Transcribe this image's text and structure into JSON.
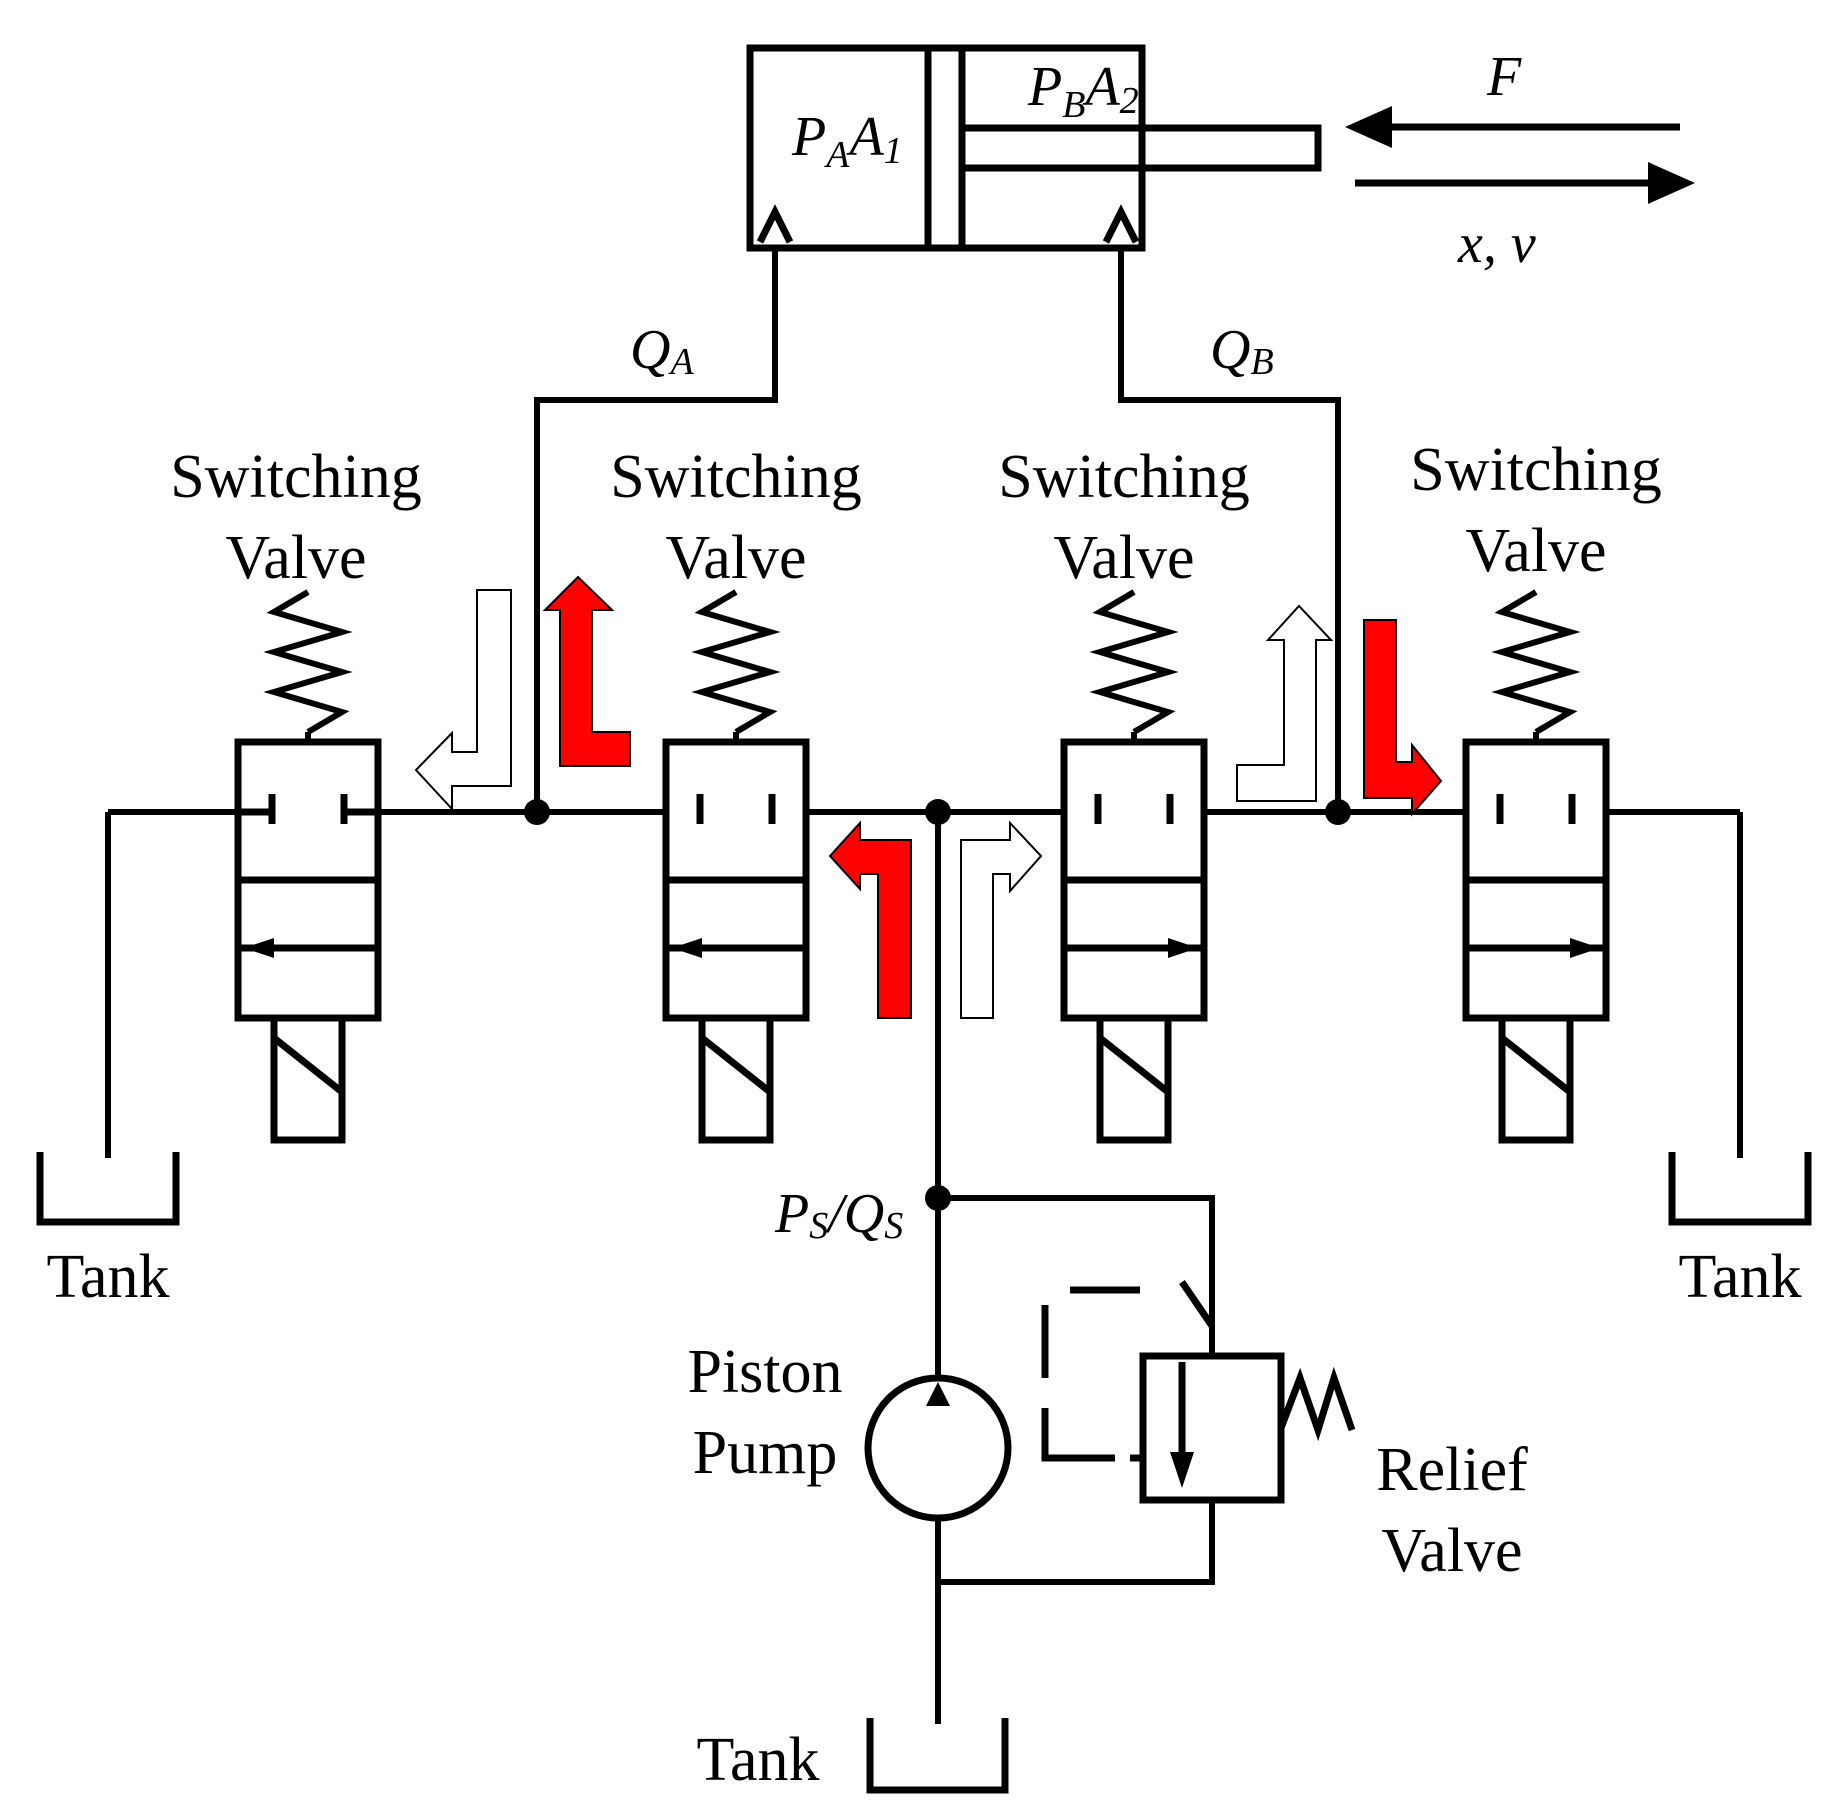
{
  "labels": {
    "cylinder_left": {
      "main": "P",
      "sub1": "A",
      "main2": "A",
      "sub2": "1"
    },
    "cylinder_right": {
      "main": "P",
      "sub1": "B",
      "main2": "A",
      "sub2": "2"
    },
    "force": "F",
    "displacement": "x, v",
    "flow_a": {
      "main": "Q",
      "sub": "A"
    },
    "flow_b": {
      "main": "Q",
      "sub": "B"
    },
    "supply": {
      "main1": "P",
      "sub1": "S",
      "sep": "/",
      "main2": "Q",
      "sub2": "S"
    },
    "valve_line1": "Switching",
    "valve_line2": "Valve",
    "tank": "Tank",
    "pump_line1": "Piston",
    "pump_line2": "Pump",
    "relief_line1": "Relief",
    "relief_line2": "Valve"
  },
  "colors": {
    "flow_active": "#ff0000",
    "flow_inactive": "#ffffff",
    "line": "#000000"
  }
}
